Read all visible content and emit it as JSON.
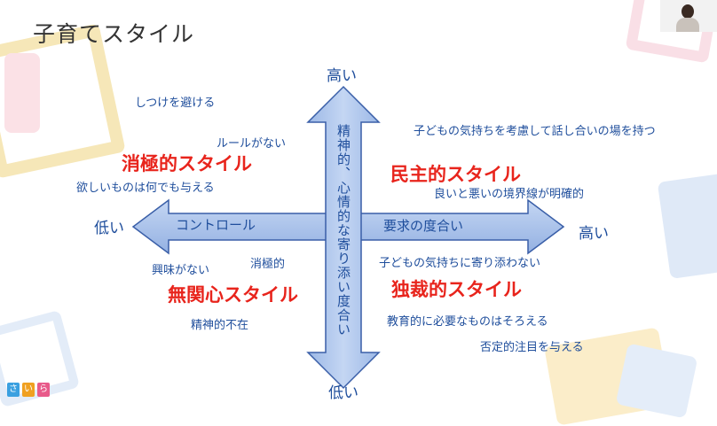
{
  "title": "子育てスタイル",
  "axis": {
    "top_label": "高い",
    "bottom_label": "低い",
    "left_label": "低い",
    "right_label": "高い",
    "vertical_arrow_label": "精神的、心情的な寄り添い度合い",
    "left_arrow_label": "コントロール",
    "right_arrow_label": "要求の度合い"
  },
  "quadrants": {
    "top_left": {
      "name": "消極的スタイル",
      "notes": [
        "しつけを避ける",
        "ルールがない",
        "欲しいものは何でも与える"
      ]
    },
    "top_right": {
      "name": "民主的スタイル",
      "notes": [
        "子どもの気持ちを考慮して話し合いの場を持つ",
        "良いと悪いの境界線が明確的"
      ]
    },
    "bottom_left": {
      "name": "無関心スタイル",
      "notes": [
        "興味がない",
        "消極的",
        "精神的不在"
      ]
    },
    "bottom_right": {
      "name": "独裁的スタイル",
      "notes": [
        "子どもの気持ちに寄り添わない",
        "教育的に必要なものはそろえる",
        "否定的注目を与える"
      ]
    }
  },
  "colors": {
    "arrow_fill": "#a9c2ea",
    "arrow_stroke": "#3a5fa8",
    "text_blue": "#1f4e9c",
    "text_red": "#e8241c"
  },
  "logo": {
    "letters": [
      "さ",
      "い",
      "ら"
    ]
  }
}
